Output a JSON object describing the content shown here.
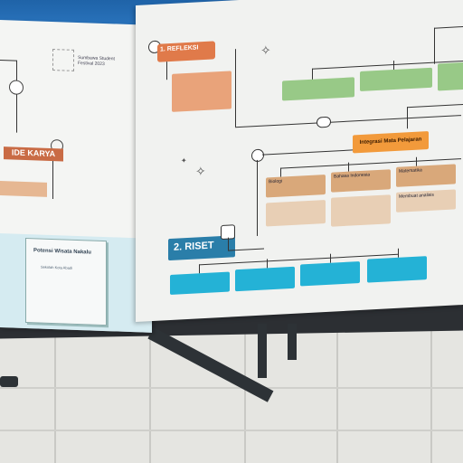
{
  "scene": {
    "description_tag": "photo of posters on a table",
    "colors": {
      "wall_blue": "#2a74bd",
      "accent_orange": "#f29a3b",
      "accent_cyan": "#24b2d6",
      "accent_green": "#98c987",
      "accent_tan": "#d9a87a"
    }
  },
  "left_poster": {
    "festival_text": "Sumbawa Student Festival 2023",
    "ide_karya": "IDE KARYA",
    "ide_box": "",
    "book_title": "Potensi Wisata Nakalu",
    "book_sub": "Sekolah Kota Abadi"
  },
  "right_poster": {
    "refleksi_number": "1.",
    "refleksi_label": "REFLEKSI",
    "refleksi_note": "",
    "top_boxes": [
      "",
      "",
      ""
    ],
    "integrasi": "Integrasi Mata Pelajaran",
    "subjects": [
      "Biologi",
      "Bahasa Indonesia",
      "Matematika"
    ],
    "subject_notes": [
      "",
      "",
      "Membuat analisis"
    ],
    "riset": "2. RISET",
    "riset_boxes": [
      "",
      "",
      "",
      ""
    ]
  }
}
